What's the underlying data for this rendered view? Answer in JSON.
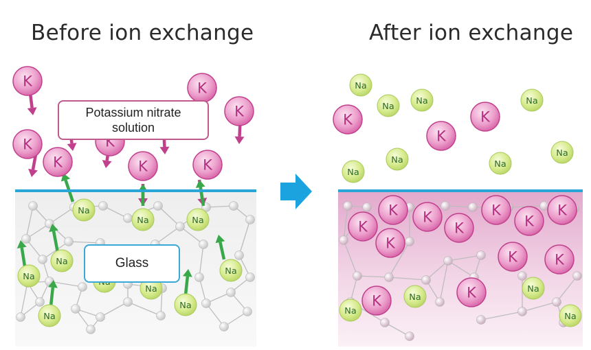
{
  "titles": {
    "before": "Before ion exchange",
    "after": "After ion exchange"
  },
  "labels": {
    "solution_line1": "Potassium nitrate",
    "solution_line2": "solution",
    "glass": "Glass"
  },
  "ions": {
    "potassium": "K",
    "sodium": "Na"
  },
  "colors": {
    "potassium_fill": "#e38ac0",
    "potassium_stroke": "#c0408c",
    "sodium_fill": "#cfe57a",
    "sodium_stroke": "#a9c85a",
    "glass_surface": "#2aa6d6",
    "arrow_pink": "#c0408c",
    "arrow_green": "#38a84a",
    "transition_arrow": "#1aa3df"
  }
}
